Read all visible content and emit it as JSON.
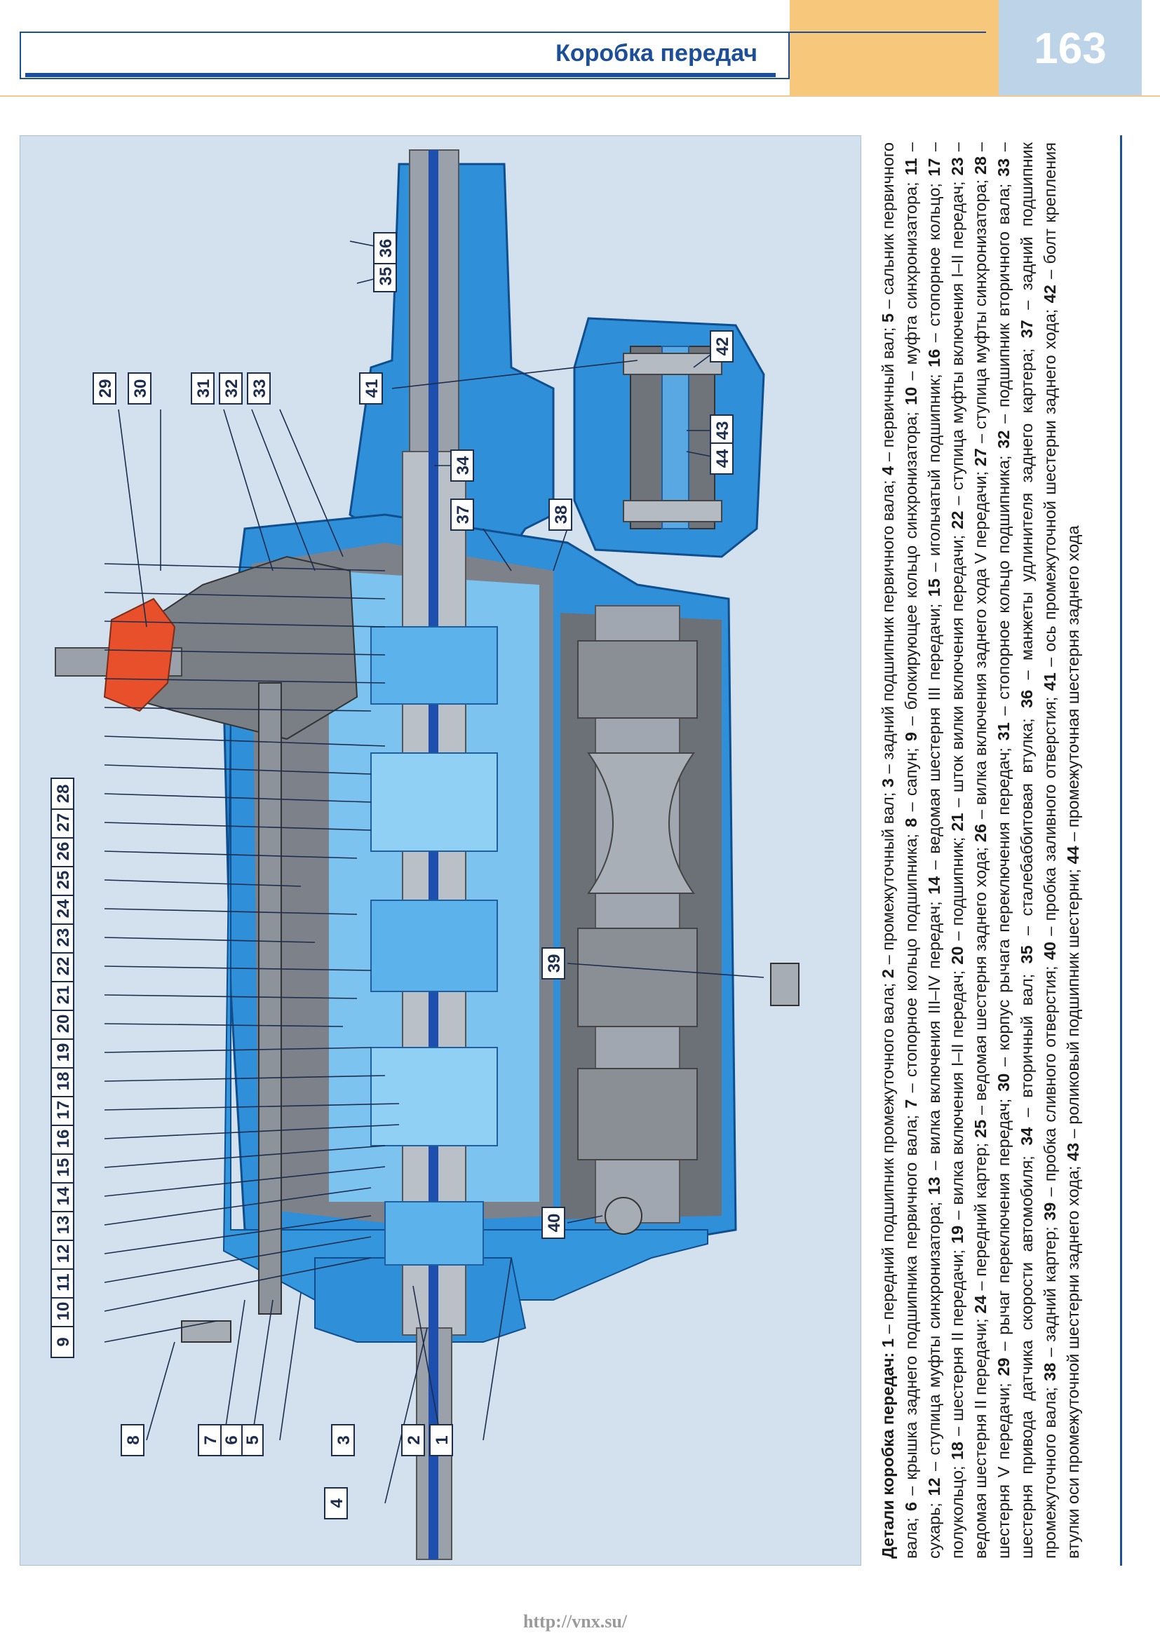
{
  "header": {
    "title": "Коробка передач",
    "page_number": "163"
  },
  "figure": {
    "callouts": [
      "1",
      "2",
      "3",
      "4",
      "5",
      "6",
      "7",
      "8",
      "9",
      "10",
      "11",
      "12",
      "13",
      "14",
      "15",
      "16",
      "17",
      "18",
      "19",
      "20",
      "21",
      "22",
      "23",
      "24",
      "25",
      "26",
      "27",
      "28",
      "29",
      "30",
      "31",
      "32",
      "33",
      "34",
      "35",
      "36",
      "37",
      "38",
      "39",
      "40",
      "41",
      "42",
      "43",
      "44"
    ],
    "highlighted_callout": "13"
  },
  "caption": {
    "lead": "Детали коробка передач:",
    "parts": [
      {
        "n": "1",
        "text": "передний подшипник промежуточного вала"
      },
      {
        "n": "2",
        "text": "промежуточный вал"
      },
      {
        "n": "3",
        "text": "задний подшипник первичного вала"
      },
      {
        "n": "4",
        "text": "первичный вал"
      },
      {
        "n": "5",
        "text": "сальник первичного вала"
      },
      {
        "n": "6",
        "text": "крышка заднего подшипника первичного вала"
      },
      {
        "n": "7",
        "text": "стопорное кольцо подшипника"
      },
      {
        "n": "8",
        "text": "сапун"
      },
      {
        "n": "9",
        "text": "блокирующее кольцо синхронизатора"
      },
      {
        "n": "10",
        "text": "муфта синхронизатора"
      },
      {
        "n": "11",
        "text": "сухарь"
      },
      {
        "n": "12",
        "text": "ступица муфты синхронизатора"
      },
      {
        "n": "13",
        "text": "вилка включения III–IV передач"
      },
      {
        "n": "14",
        "text": "ведомая шестерня III передачи"
      },
      {
        "n": "15",
        "text": "игольчатый подшипник"
      },
      {
        "n": "16",
        "text": "стопорное кольцо"
      },
      {
        "n": "17",
        "text": "полукольцо"
      },
      {
        "n": "18",
        "text": "шестерня II передачи"
      },
      {
        "n": "19",
        "text": "вилка включения I–II передач"
      },
      {
        "n": "20",
        "text": "подшипник"
      },
      {
        "n": "21",
        "text": "шток вилки включения передачи"
      },
      {
        "n": "22",
        "text": "ступица муфты включения I–II передач"
      },
      {
        "n": "23",
        "text": "ведомая шестерня II передачи"
      },
      {
        "n": "24",
        "text": "передний картер"
      },
      {
        "n": "25",
        "text": "ведомая шестерня заднего хода"
      },
      {
        "n": "26",
        "text": "вилка включения заднего хода V передачи"
      },
      {
        "n": "27",
        "text": "ступица муфты синхронизатора"
      },
      {
        "n": "28",
        "text": "шестерня V передачи"
      },
      {
        "n": "29",
        "text": "рычаг переключения передач"
      },
      {
        "n": "30",
        "text": "корпус рычага переключения передач"
      },
      {
        "n": "31",
        "text": "стопорное кольцо подшипника"
      },
      {
        "n": "32",
        "text": "подшипник вторичного вала"
      },
      {
        "n": "33",
        "text": "шестерня привода датчика скорости автомобиля"
      },
      {
        "n": "34",
        "text": "вторичный вал"
      },
      {
        "n": "35",
        "text": "сталебаббитовая втулка"
      },
      {
        "n": "36",
        "text": "манжеты удлинителя заднего картера"
      },
      {
        "n": "37",
        "text": "задний подшипник промежуточного вала"
      },
      {
        "n": "38",
        "text": "задний картер"
      },
      {
        "n": "39",
        "text": "пробка сливного отверстия"
      },
      {
        "n": "40",
        "text": "пробка заливного отверстия"
      },
      {
        "n": "41",
        "text": "ось промежуточной шестерни заднего хода"
      },
      {
        "n": "42",
        "text": "болт крепления втулки оси промежуточной шестерни заднего хода"
      },
      {
        "n": "43",
        "text": "роликовый подшипник шестерни"
      },
      {
        "n": "44",
        "text": "промежуточная шестерня заднего хода"
      }
    ]
  },
  "footer": {
    "url": "http://vnx.su/"
  }
}
